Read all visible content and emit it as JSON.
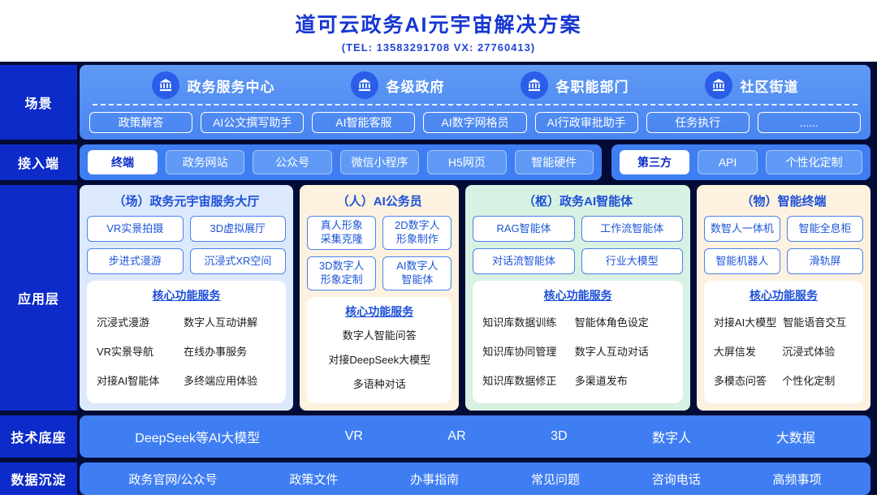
{
  "header": {
    "title": "道可云政务AI元宇宙解决方案",
    "subtitle": "(TEL:  13583291708   VX:  27760413)"
  },
  "colors": {
    "accent_blue": "#1636d2",
    "band_blue": "#4886f1",
    "deep_background": "#020b36",
    "panel_blue": "#dce9fc",
    "panel_cream": "#fdf2df",
    "panel_green": "#d7f1e2"
  },
  "sidebar": [
    "场景",
    "接入端",
    "应用层",
    "技术底座",
    "数据沉淀"
  ],
  "scene": {
    "entities": [
      "政务服务中心",
      "各级政府",
      "各职能部门",
      "社区街道"
    ],
    "chips": [
      "政策解答",
      "AI公文撰写助手",
      "AI智能客服",
      "AI数字网格员",
      "AI行政审批助手",
      "任务执行",
      "......"
    ]
  },
  "access": {
    "terminal": {
      "label": "终端",
      "items": [
        "政务网站",
        "公众号",
        "微信小程序",
        "H5网页",
        "智能硬件"
      ]
    },
    "third": {
      "label": "第三方",
      "items": [
        "API",
        "个性化定制"
      ]
    }
  },
  "app": {
    "columns": [
      {
        "title": "（场）政务元宇宙服务大厅",
        "buttons": [
          "VR实景拍摄",
          "3D虚拟展厅",
          "步进式漫游",
          "沉浸式XR空间"
        ],
        "core_title": "核心功能服务",
        "core_rows": [
          [
            "沉浸式漫游",
            "数字人互动讲解"
          ],
          [
            "VR实景导航",
            "在线办事服务"
          ],
          [
            "对接AI智能体",
            "多终端应用体验"
          ]
        ]
      },
      {
        "title": "（人）AI公务员",
        "buttons": [
          "真人形象\n采集克隆",
          "2D数字人\n形象制作",
          "3D数字人\n形象定制",
          "AI数字人\n智能体"
        ],
        "core_title": "核心功能服务",
        "core_rows": [
          [
            "数字人智能问答"
          ],
          [
            "对接DeepSeek大模型"
          ],
          [
            "多语种对话"
          ]
        ]
      },
      {
        "title": "（枢）政务AI智能体",
        "buttons": [
          "RAG智能体",
          "工作流智能体",
          "对话流智能体",
          "行业大模型"
        ],
        "core_title": "核心功能服务",
        "core_rows": [
          [
            "知识库数据训练",
            "智能体角色设定"
          ],
          [
            "知识库协同管理",
            "数字人互动对话"
          ],
          [
            "知识库数据修正",
            "多渠道发布"
          ]
        ]
      },
      {
        "title": "（物）智能终端",
        "buttons": [
          "数智人一体机",
          "智能全息柜",
          "智能机器人",
          "滑轨屏"
        ],
        "core_title": "核心功能服务",
        "core_rows": [
          [
            "对接AI大模型",
            "智能语音交互"
          ],
          [
            "大屏信发",
            "沉浸式体验"
          ],
          [
            "多模态问答",
            "个性化定制"
          ]
        ]
      }
    ]
  },
  "tech": {
    "items": [
      "DeepSeek等AI大模型",
      "VR",
      "AR",
      "3D",
      "数字人",
      "大数据"
    ]
  },
  "data_layer": {
    "items": [
      "政务官网/公众号",
      "政策文件",
      "办事指南",
      "常见问题",
      "咨询电话",
      "高频事项"
    ]
  }
}
